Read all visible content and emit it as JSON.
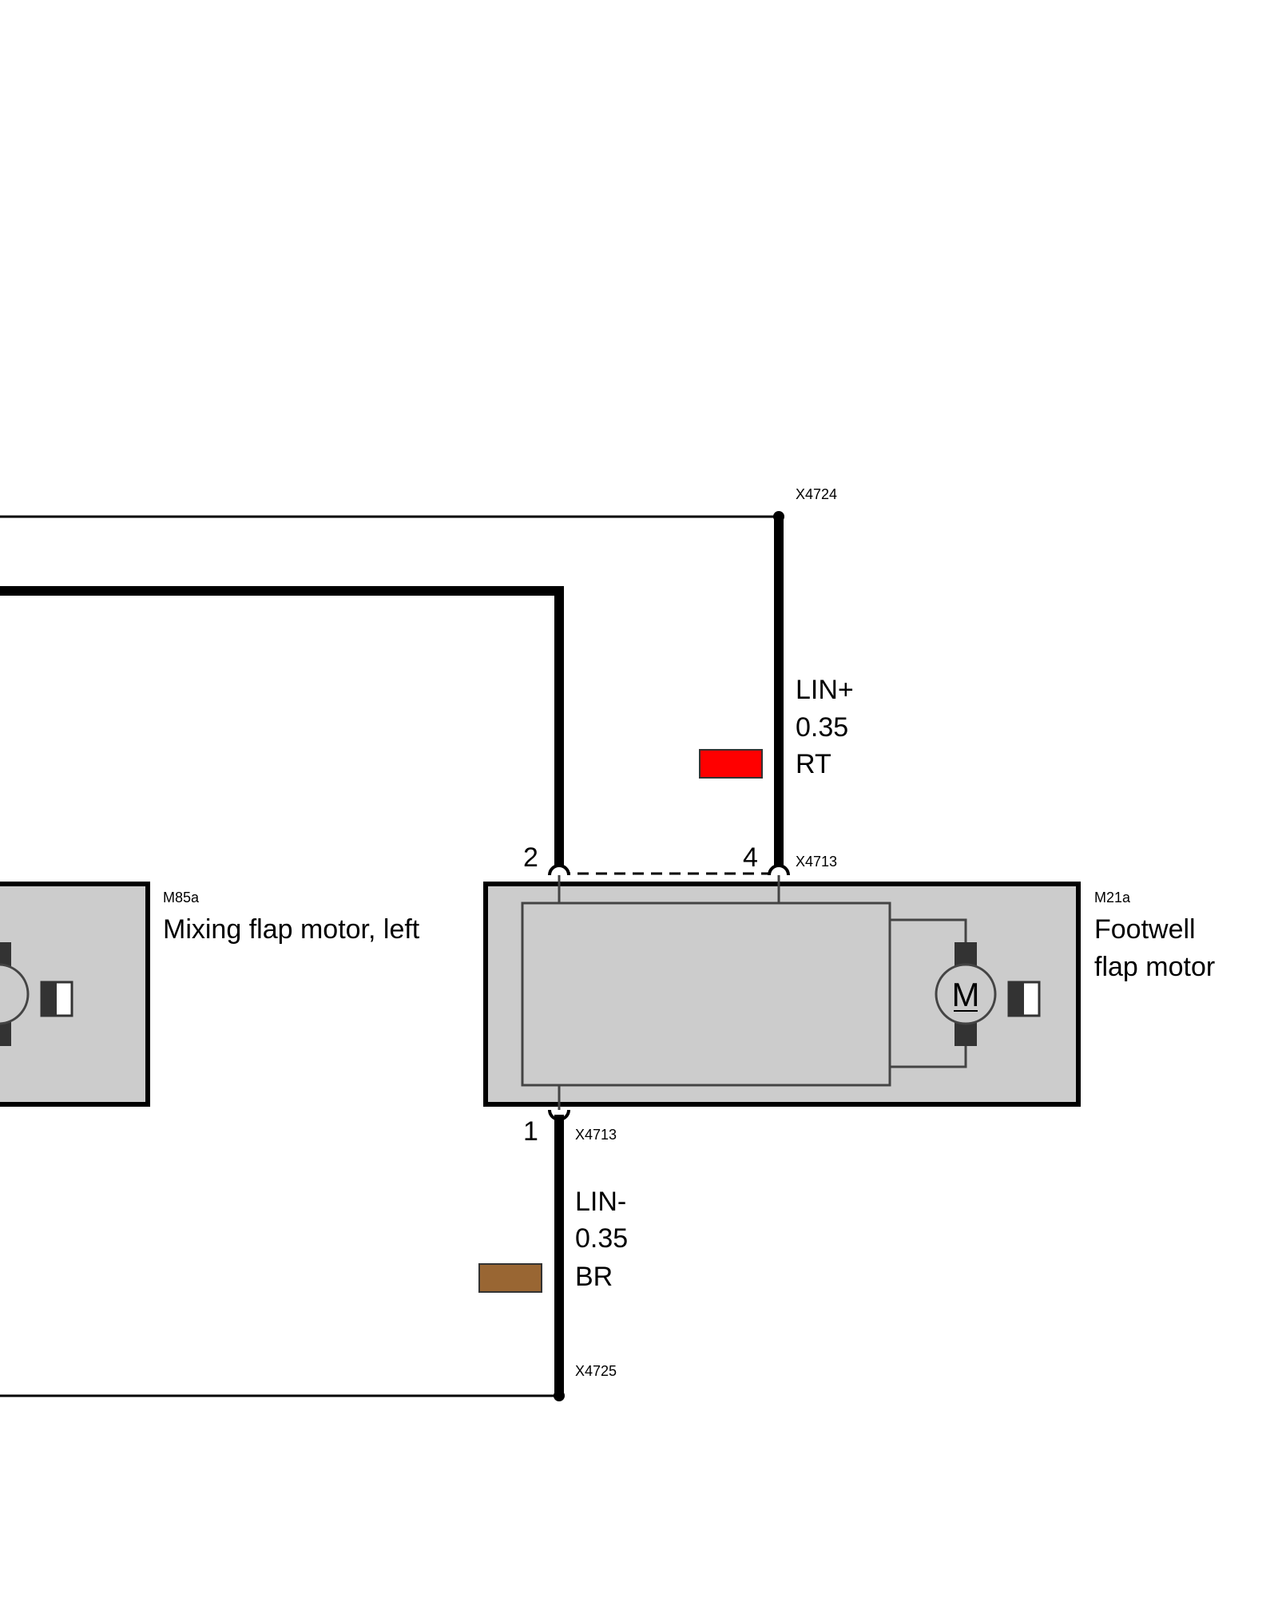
{
  "components": {
    "mixing_motor": {
      "code": "M85a",
      "name": "Mixing flap motor, left"
    },
    "footwell_motor": {
      "code": "M21a",
      "name_line1": "Footwell",
      "name_line2": "flap motor"
    }
  },
  "connectors": {
    "top_splice": "X4724",
    "motor_connector_top": "X4713",
    "motor_connector_bottom": "X4713",
    "bottom_splice": "X4725"
  },
  "pins": {
    "pin2": "2",
    "pin4": "4",
    "pin1": "1"
  },
  "wires": {
    "lin_plus": {
      "signal": "LIN+",
      "gauge": "0.35",
      "color_code": "RT",
      "swatch": "#ff0000"
    },
    "lin_minus": {
      "signal": "LIN-",
      "gauge": "0.35",
      "color_code": "BR",
      "swatch": "#996633"
    }
  },
  "motor_symbol": {
    "letter": "M"
  }
}
